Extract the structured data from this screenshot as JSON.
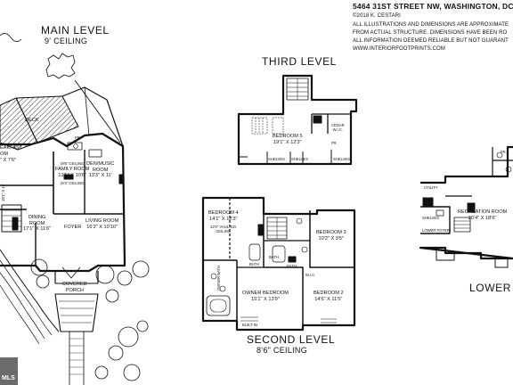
{
  "header": {
    "address": "5464 31ST STREET NW, WASHINGTON, DC",
    "copyright": "©2018 K. CESTARI",
    "disclaimer_lines": [
      "ALL ILLUSTRATIONS AND DIMENSIONS ARE APPROXIMATE",
      "FROM ACTUAL STRUCTURE. DIMENSIONS HAVE BEEN RO",
      "ALL INFORMATION DEEMED RELIABLE BUT NOT GUARANT",
      "WWW.INTERIORFOOTPRINTS.COM"
    ]
  },
  "levels": {
    "main": {
      "title": "MAIN LEVEL",
      "ceiling": "9' CEILING",
      "rooms": {
        "deck": "DECK",
        "breakfast": "EAKFAST",
        "breakfast_size": "OM\n\" X 7'6\"",
        "family": "FAMILY ROOM\n12'5\" X 10'6\"",
        "family_ceil1": "(9'6\" CEILING",
        "family_ceil2": "(8'4\" CEILING",
        "fr_tag": "FR.",
        "den": "DEN/MUSIC\nROOM\n13'3\" X 11'",
        "dining": "DINING\nROOM\n17'1\" X 11'6\"",
        "foyer": "FOYER",
        "living": "LIVING ROOM\n16'2\" X 10'10\"",
        "porch": "COVERED\nPORCH",
        "stair_dim": "18'1\" X 11'"
      }
    },
    "third": {
      "title": "THIRD LEVEL",
      "rooms": {
        "bedroom5": "BEDROOM 5\n19'1\" X 12'3\"",
        "cedar": "CEDAR\nW.I.C.",
        "fr_tag": "FR.",
        "shelves": "SHELVES",
        "shelves2": "SHELVES",
        "shelves3": "SHELVES"
      }
    },
    "second": {
      "title": "SECOND LEVEL",
      "ceiling": "8'6\" CEILING",
      "rooms": {
        "bedroom4": "BEDROOM 4\n14'1\" X 12'3\"",
        "vaulted": "12'0\" VAULTED\nCEILING",
        "bedroom3": "BEDROOM 3\n10'2\" X 9'5\"",
        "owner_bath": "OWNER BATH",
        "owner_bedroom": "OWNER BEDROOM\n15'1\" X 13'9\"",
        "bedroom2": "BEDROOM 2\n14'6\" X 11'5\"",
        "bath1": "BATH",
        "bath2": "BATH",
        "bath3": "BATH",
        "wic": "W.I.C.",
        "built_in": "BUILT-IN"
      }
    },
    "lower": {
      "title": "LOWER LE",
      "rooms": {
        "utility": "UTILITY",
        "recreation": "RECREATION ROOM\n20'4\" X 18'6\"",
        "lower_foyer": "LOWER FOYER",
        "shelves": "SHELVES",
        "fr_tag": "FR."
      }
    }
  },
  "watermark": "MLS"
}
